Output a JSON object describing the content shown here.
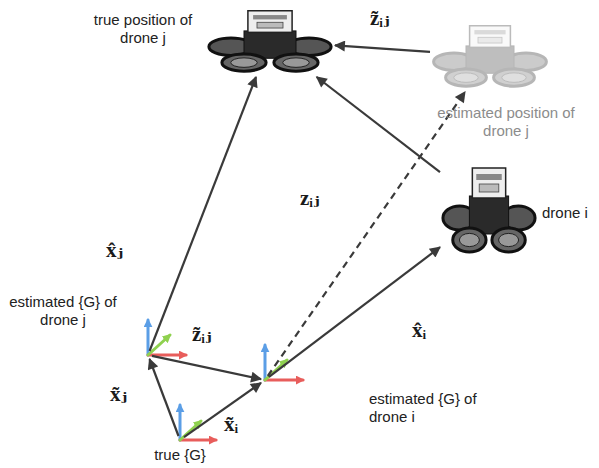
{
  "diagram": {
    "nodes": [
      {
        "text": [
          "true position of drone j"
        ]
      },
      {
        "text": [
          "estimated position of drone j"
        ]
      },
      {
        "text": [
          "drone i"
        ]
      },
      {
        "text": [
          "estimated {G} of drone j"
        ]
      },
      {
        "text": [
          "estimated {G} of drone i"
        ]
      },
      {
        "text": [
          "true {G}"
        ]
      }
    ],
    "edges": [
      {
        "from": 3,
        "to": 0,
        "label": "x̂ⱼ",
        "arrow": "to"
      },
      {
        "from": 2,
        "to": 0,
        "label": "zᵢⱼ",
        "arrow": "to"
      },
      {
        "from": 1,
        "to": 0,
        "label": "z̃ᵢⱼ",
        "arrow": "to"
      },
      {
        "from": 4,
        "to": 1,
        "arrow": "to"
      },
      {
        "from": 4,
        "to": 2,
        "label": "x̂ᵢ",
        "arrow": "to"
      },
      {
        "from": 3,
        "to": 4,
        "label": "z̃ᵢⱼ",
        "arrow": "to"
      },
      {
        "from": 5,
        "to": 3,
        "label": "x̃ⱼ",
        "arrow": "to"
      },
      {
        "from": 5,
        "to": 4,
        "label": "x̃ᵢ",
        "arrow": "to"
      }
    ]
  }
}
